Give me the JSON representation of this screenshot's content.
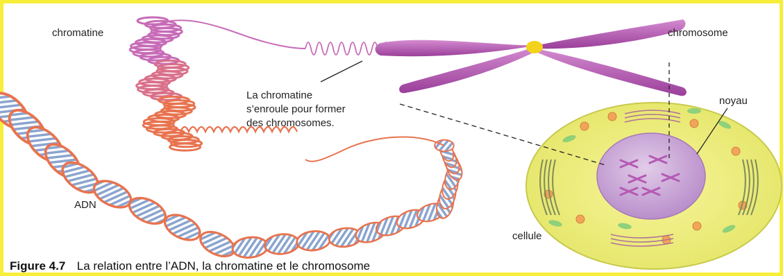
{
  "labels": {
    "chromatine": "chromatine",
    "chromosome": "chromosome",
    "noyau": "noyau",
    "adn": "ADN",
    "cellule": "cellule",
    "annotation_line1": "La chromatine",
    "annotation_line2": "s’enroule pour former",
    "annotation_line3": "des chromosomes."
  },
  "caption": {
    "number": "Figure 4.7",
    "text": "La relation entre l’ADN, la chromatine et le chromosome"
  },
  "colors": {
    "frame": "#f7ee3a",
    "dna_strand": "#e8734f",
    "dna_rung": "#8aa4cf",
    "chromatin": "#c76bb7",
    "chromatin_dense": "#e8734f",
    "chromosome": "#b45ab4",
    "centromere": "#f2d21a",
    "cell": "#eef07a",
    "nucleus": "#c9a6d6"
  }
}
